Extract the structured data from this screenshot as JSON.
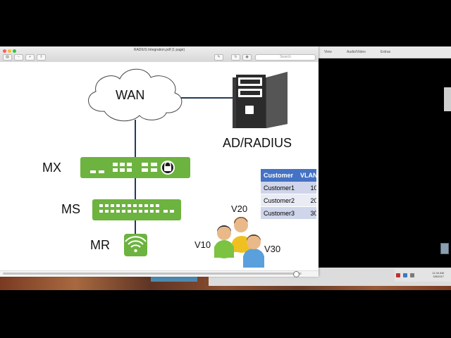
{
  "window": {
    "title": "RADIUS Integration.pdf (1 page)",
    "search_placeholder": "Search"
  },
  "background_window": {
    "menu": [
      "View",
      "Audio/Video",
      "Extras"
    ]
  },
  "taskbar": {
    "time": "11:34 AM",
    "date": "3/8/2017"
  },
  "diagram": {
    "cloud_label": "WAN",
    "server_label": "AD/RADIUS",
    "mx_label": "MX",
    "ms_label": "MS",
    "mr_label": "MR",
    "user_labels": [
      "V20",
      "V10",
      "V30"
    ]
  },
  "table": {
    "headers": [
      "Customer",
      "VLAN"
    ],
    "rows": [
      [
        "Customer1",
        "10"
      ],
      [
        "Customer2",
        "20"
      ],
      [
        "Customer3",
        "30"
      ]
    ]
  },
  "colors": {
    "device_green": "#6db33f",
    "table_header": "#4472c4",
    "server": "#3a3a3a"
  }
}
